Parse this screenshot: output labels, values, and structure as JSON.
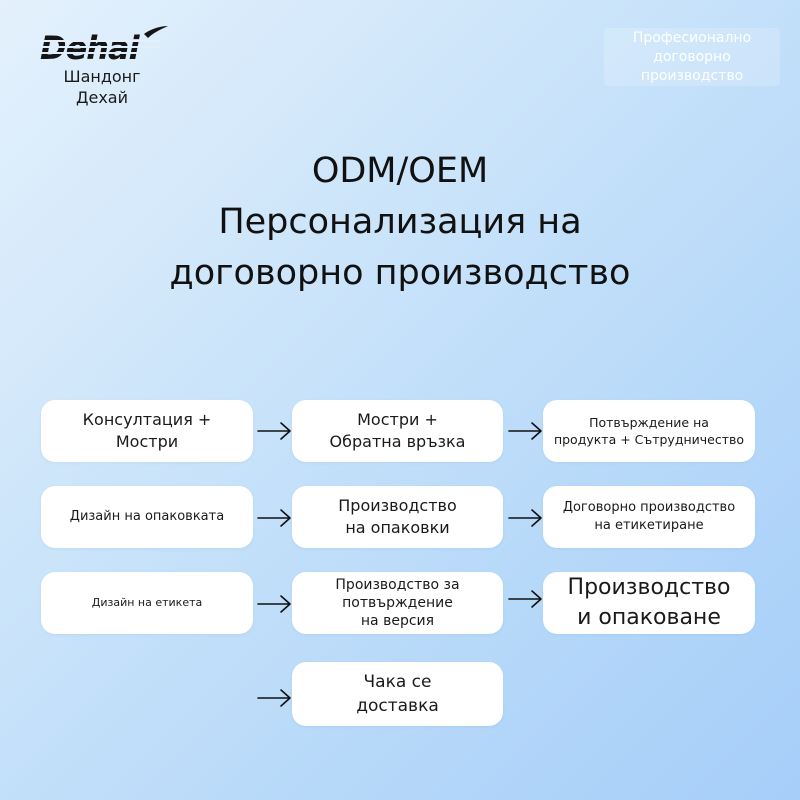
{
  "brand": {
    "logo_text": "Dehai",
    "company_lines": [
      "Шандонг",
      "Дехай"
    ]
  },
  "badge": {
    "lines": [
      "Професионално",
      "договорно",
      "производство"
    ]
  },
  "title": {
    "lines": [
      "ODM/OEM",
      "Персонализация на",
      "договорно производство"
    ]
  },
  "flow": {
    "row1": {
      "step1": [
        "Консултация +",
        "Мостри"
      ],
      "step2": [
        "Мостри +",
        "Обратна връзка"
      ],
      "step3": [
        "Потвърждение на",
        "продукта + Сътрудничество"
      ]
    },
    "row2": {
      "step1": [
        "Дизайн на опаковката"
      ],
      "step2": [
        "Производство",
        "на опаковки"
      ],
      "step3": [
        "Договорно производство",
        "на етикетиране"
      ]
    },
    "row3": {
      "step1": [
        "Дизайн на етикета"
      ],
      "step2": [
        "Производство за",
        "потвърждение",
        "на версия"
      ],
      "step3": [
        "Производство",
        "и опаковане"
      ]
    },
    "row4": {
      "step2": [
        "Чака се",
        "доставка"
      ]
    }
  },
  "colors": {
    "background_start": "#e4f1fc",
    "background_end": "#a6cef9",
    "box": "#ffffff",
    "text": "#111111",
    "arrow": "#111111"
  },
  "icons": [
    "arrow-right-icon"
  ]
}
